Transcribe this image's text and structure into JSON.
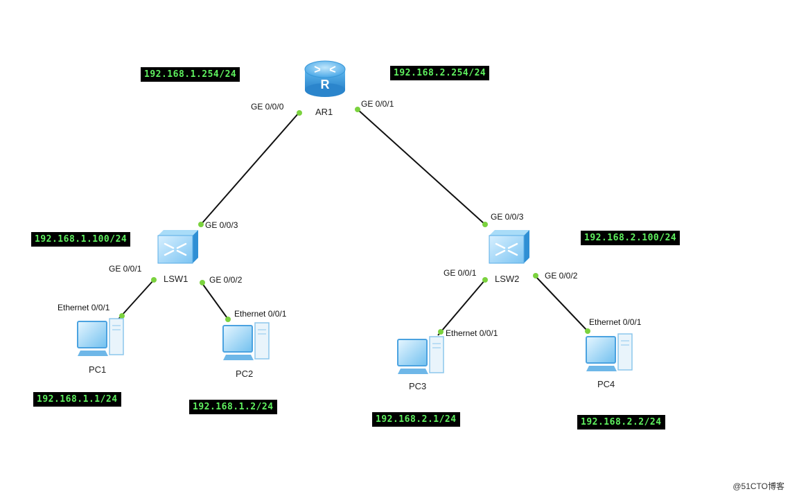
{
  "devices": {
    "router": {
      "name": "AR1"
    },
    "switch1": {
      "name": "LSW1"
    },
    "switch2": {
      "name": "LSW2"
    },
    "pc1": {
      "name": "PC1"
    },
    "pc2": {
      "name": "PC2"
    },
    "pc3": {
      "name": "PC3"
    },
    "pc4": {
      "name": "PC4"
    }
  },
  "ports": {
    "ar1_g0": "GE 0/0/0",
    "ar1_g1": "GE 0/0/1",
    "lsw1_g3": "GE 0/0/3",
    "lsw1_g1": "GE 0/0/1",
    "lsw1_g2": "GE 0/0/2",
    "lsw2_g3": "GE 0/0/3",
    "lsw2_g1": "GE 0/0/1",
    "lsw2_g2": "GE 0/0/2",
    "pc1_eth": "Ethernet 0/0/1",
    "pc2_eth": "Ethernet 0/0/1",
    "pc3_eth": "Ethernet 0/0/1",
    "pc4_eth": "Ethernet 0/0/1"
  },
  "addresses": {
    "ar1_g0": "192.168.1.254/24",
    "ar1_g1": "192.168.2.254/24",
    "lsw1": "192.168.1.100/24",
    "lsw2": "192.168.2.100/24",
    "pc1": "192.168.1.1/24",
    "pc2": "192.168.1.2/24",
    "pc3": "192.168.2.1/24",
    "pc4": "192.168.2.2/24"
  },
  "watermark": "@51CTO博客",
  "colors": {
    "link": "#111111",
    "port_dot": "#7bd23e",
    "ip_text": "#5ff05f",
    "ip_bg": "#000000",
    "device_blue": "#4aa8e8"
  }
}
